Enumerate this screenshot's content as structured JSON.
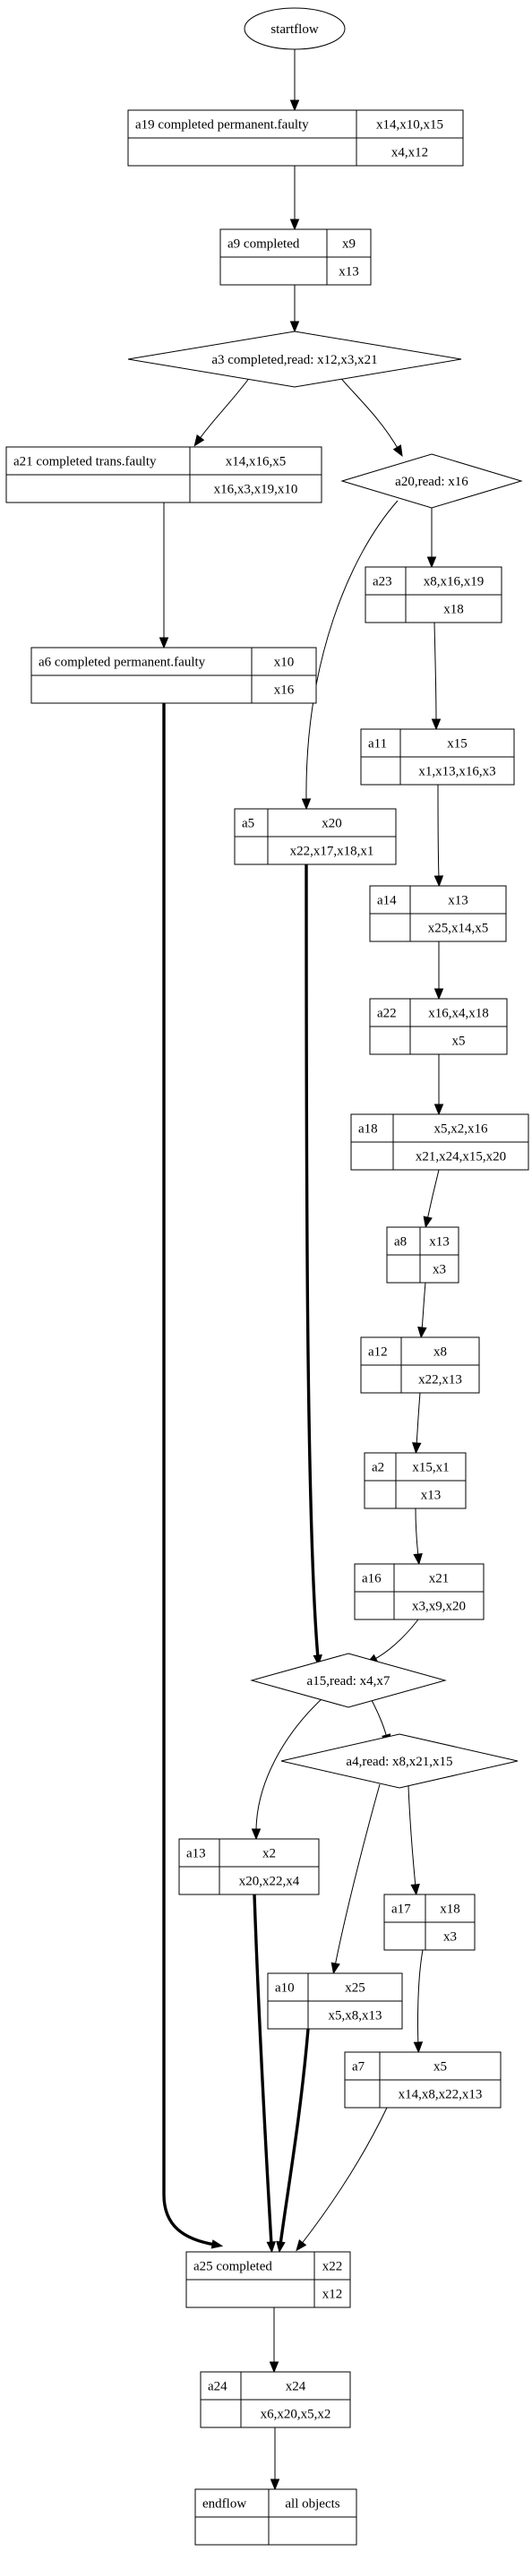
{
  "colors": {
    "stroke": "#000000",
    "background": "#ffffff",
    "text": "#000000"
  },
  "nodes": [
    {
      "id": "startflow",
      "shape": "ellipse",
      "label": "startflow"
    },
    {
      "id": "a19",
      "shape": "table",
      "name": "a19 completed permanent.faulty",
      "top": "x14,x10,x15",
      "bottom": "x4,x12"
    },
    {
      "id": "a9",
      "shape": "table",
      "name": "a9 completed",
      "top": "x9",
      "bottom": "x13"
    },
    {
      "id": "a3",
      "shape": "diamond",
      "label": "a3 completed,read: x12,x3,x21"
    },
    {
      "id": "a21",
      "shape": "table",
      "name": "a21 completed trans.faulty",
      "top": "x14,x16,x5",
      "bottom": "x16,x3,x19,x10"
    },
    {
      "id": "a20",
      "shape": "diamond",
      "label": "a20,read: x16"
    },
    {
      "id": "a23",
      "shape": "table",
      "name": "a23",
      "top": "x8,x16,x19",
      "bottom": "x18"
    },
    {
      "id": "a6",
      "shape": "table",
      "name": "a6 completed permanent.faulty",
      "top": "x10",
      "bottom": "x16"
    },
    {
      "id": "a11",
      "shape": "table",
      "name": "a11",
      "top": "x15",
      "bottom": "x1,x13,x16,x3"
    },
    {
      "id": "a5",
      "shape": "table",
      "name": "a5",
      "top": "x20",
      "bottom": "x22,x17,x18,x1"
    },
    {
      "id": "a14",
      "shape": "table",
      "name": "a14",
      "top": "x13",
      "bottom": "x25,x14,x5"
    },
    {
      "id": "a22",
      "shape": "table",
      "name": "a22",
      "top": "x16,x4,x18",
      "bottom": "x5"
    },
    {
      "id": "a18",
      "shape": "table",
      "name": "a18",
      "top": "x5,x2,x16",
      "bottom": "x21,x24,x15,x20"
    },
    {
      "id": "a8",
      "shape": "table",
      "name": "a8",
      "top": "x13",
      "bottom": "x3"
    },
    {
      "id": "a12",
      "shape": "table",
      "name": "a12",
      "top": "x8",
      "bottom": "x22,x13"
    },
    {
      "id": "a2",
      "shape": "table",
      "name": "a2",
      "top": "x15,x1",
      "bottom": "x13"
    },
    {
      "id": "a16",
      "shape": "table",
      "name": "a16",
      "top": "x21",
      "bottom": "x3,x9,x20"
    },
    {
      "id": "a15",
      "shape": "diamond",
      "label": "a15,read: x4,x7"
    },
    {
      "id": "a4",
      "shape": "diamond",
      "label": "a4,read: x8,x21,x15"
    },
    {
      "id": "a13",
      "shape": "table",
      "name": "a13",
      "top": "x2",
      "bottom": "x20,x22,x4"
    },
    {
      "id": "a17",
      "shape": "table",
      "name": "a17",
      "top": "x18",
      "bottom": "x3"
    },
    {
      "id": "a10",
      "shape": "table",
      "name": "a10",
      "top": "x25",
      "bottom": "x5,x8,x13"
    },
    {
      "id": "a7",
      "shape": "table",
      "name": "a7",
      "top": "x5",
      "bottom": "x14,x8,x22,x13"
    },
    {
      "id": "a25",
      "shape": "table",
      "name": "a25 completed",
      "top": "x22",
      "bottom": "x12"
    },
    {
      "id": "a24",
      "shape": "table",
      "name": "a24",
      "top": "x24",
      "bottom": "x6,x20,x5,x2"
    },
    {
      "id": "endflow",
      "shape": "table",
      "name": "endflow",
      "top": "all objects",
      "bottom": ""
    }
  ],
  "edges": [
    {
      "from": "startflow",
      "to": "a19",
      "bold": false
    },
    {
      "from": "a19",
      "to": "a9",
      "bold": false
    },
    {
      "from": "a9",
      "to": "a3",
      "bold": false
    },
    {
      "from": "a3",
      "to": "a21",
      "bold": false
    },
    {
      "from": "a3",
      "to": "a20",
      "bold": false
    },
    {
      "from": "a21",
      "to": "a6",
      "bold": false
    },
    {
      "from": "a20",
      "to": "a23",
      "bold": false
    },
    {
      "from": "a20",
      "to": "a5",
      "bold": false
    },
    {
      "from": "a23",
      "to": "a11",
      "bold": false
    },
    {
      "from": "a11",
      "to": "a14",
      "bold": false
    },
    {
      "from": "a14",
      "to": "a22",
      "bold": false
    },
    {
      "from": "a22",
      "to": "a18",
      "bold": false
    },
    {
      "from": "a18",
      "to": "a8",
      "bold": false
    },
    {
      "from": "a8",
      "to": "a12",
      "bold": false
    },
    {
      "from": "a12",
      "to": "a2",
      "bold": false
    },
    {
      "from": "a2",
      "to": "a16",
      "bold": false
    },
    {
      "from": "a16",
      "to": "a15",
      "bold": false
    },
    {
      "from": "a5",
      "to": "a15",
      "bold": true
    },
    {
      "from": "a15",
      "to": "a13",
      "bold": false
    },
    {
      "from": "a15",
      "to": "a4",
      "bold": false
    },
    {
      "from": "a4",
      "to": "a17",
      "bold": false
    },
    {
      "from": "a4",
      "to": "a10",
      "bold": false
    },
    {
      "from": "a17",
      "to": "a7",
      "bold": false
    },
    {
      "from": "a6",
      "to": "a25",
      "bold": true
    },
    {
      "from": "a13",
      "to": "a25",
      "bold": true
    },
    {
      "from": "a10",
      "to": "a25",
      "bold": true
    },
    {
      "from": "a7",
      "to": "a25",
      "bold": false
    },
    {
      "from": "a25",
      "to": "a24",
      "bold": false
    },
    {
      "from": "a24",
      "to": "endflow",
      "bold": false
    }
  ]
}
